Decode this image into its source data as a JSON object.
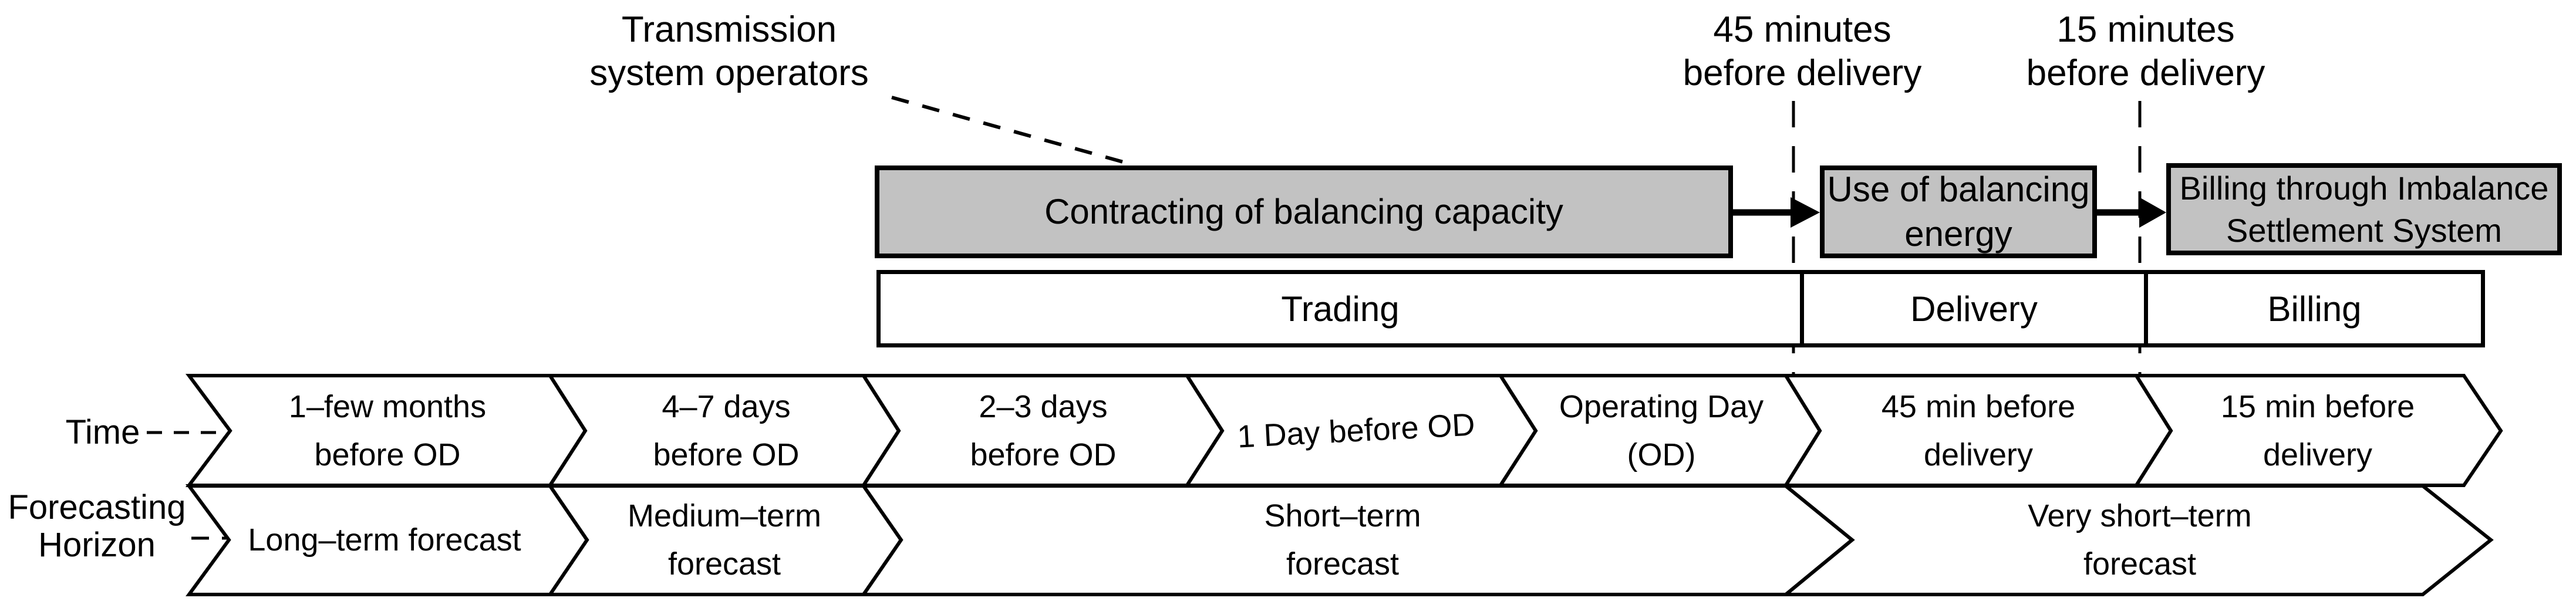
{
  "title_labels": {
    "tso": "Transmission\nsystem operators",
    "before_45": "45 minutes\nbefore delivery",
    "before_15": "15 minutes\nbefore delivery"
  },
  "process_flow": {
    "boxes": [
      {
        "label": "Contracting of balancing capacity"
      },
      {
        "label": "Use of balancing\nenergy"
      },
      {
        "label": "Billing through Imbalance\nSettlement System"
      }
    ]
  },
  "phases": [
    {
      "label": "Trading"
    },
    {
      "label": "Delivery"
    },
    {
      "label": "Billing"
    }
  ],
  "time_axis": {
    "label": "Time",
    "segments": [
      "1–few months\nbefore OD",
      "4–7 days\nbefore OD",
      "2–3 days\nbefore OD",
      "1 Day before OD",
      "Operating Day\n(OD)",
      "45 min before\ndelivery",
      "15 min before\ndelivery"
    ]
  },
  "forecasting_axis": {
    "label": "Forecasting\nHorizon",
    "segments": [
      "Long–term forecast",
      "Medium–term\nforecast",
      "Short–term\nforecast",
      "Very short–term\nforecast"
    ]
  },
  "colors": {
    "process_box_fill": "#c2c2c2",
    "outline": "#000000",
    "background": "#ffffff"
  }
}
